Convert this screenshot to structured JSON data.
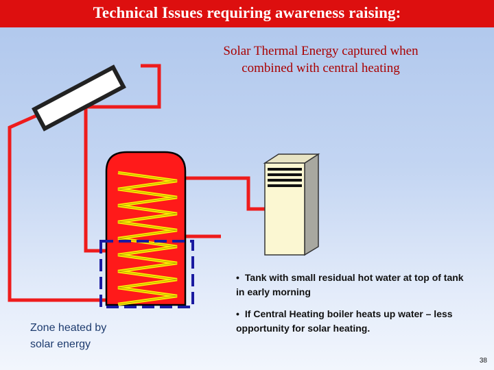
{
  "title": "Technical Issues requiring awareness raising:",
  "subtitle_line1": "Solar Thermal Energy captured when",
  "subtitle_line2": "combined with central heating",
  "bullets": [
    {
      "marker": "•",
      "text": "Tank with small residual hot water at top of tank in early morning"
    },
    {
      "marker": "•",
      "text": "If Central Heating boiler heats up water – less opportunity for solar heating."
    }
  ],
  "zone_label": "Zone heated by solar energy",
  "page_number": "38",
  "colors": {
    "title_bar": "#dd0f0f",
    "pipe": "#ee1c1c",
    "tank": "#ff1a1a",
    "coil": "#ffee00",
    "zone_outline": "#1a1aa0",
    "boiler_body": "#fbf7d2"
  }
}
